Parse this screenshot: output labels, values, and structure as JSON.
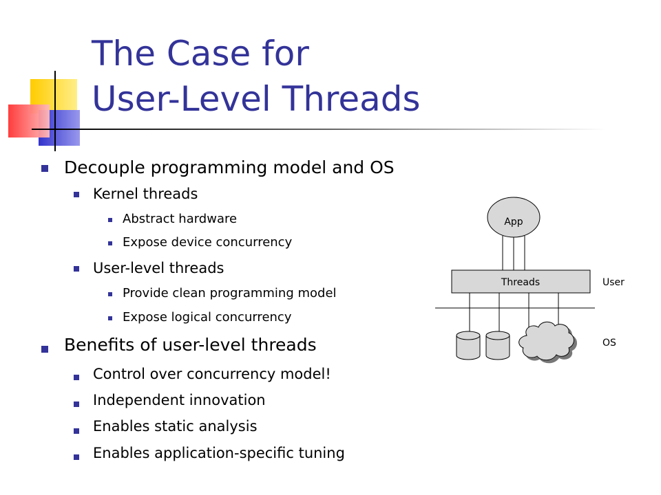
{
  "title": {
    "line1": "The Case for",
    "line2": "User-Level Threads"
  },
  "colors": {
    "title": "#333399",
    "bullet": "#333399",
    "deco_yellow": "#FFCC00",
    "deco_blue": "#3333CC",
    "deco_red": "#FF3333"
  },
  "bullets": [
    {
      "level": 0,
      "text": "Decouple programming model and OS"
    },
    {
      "level": 1,
      "text": "Kernel threads"
    },
    {
      "level": 2,
      "text": "Abstract hardware"
    },
    {
      "level": 2,
      "text": "Expose device concurrency"
    },
    {
      "level": 1,
      "text": "User-level threads"
    },
    {
      "level": 2,
      "text": "Provide clean programming model"
    },
    {
      "level": 2,
      "text": "Expose logical concurrency"
    },
    {
      "level": 0,
      "text": "Benefits of user-level threads"
    },
    {
      "level": 1,
      "text": "Control over concurrency model!"
    },
    {
      "level": 1,
      "text": "Independent innovation"
    },
    {
      "level": 1,
      "text": "Enables static analysis"
    },
    {
      "level": 1,
      "text": "Enables application-specific tuning"
    }
  ],
  "diagram": {
    "app_label": "App",
    "threads_label": "Threads",
    "user_label": "User",
    "os_label": "OS"
  }
}
